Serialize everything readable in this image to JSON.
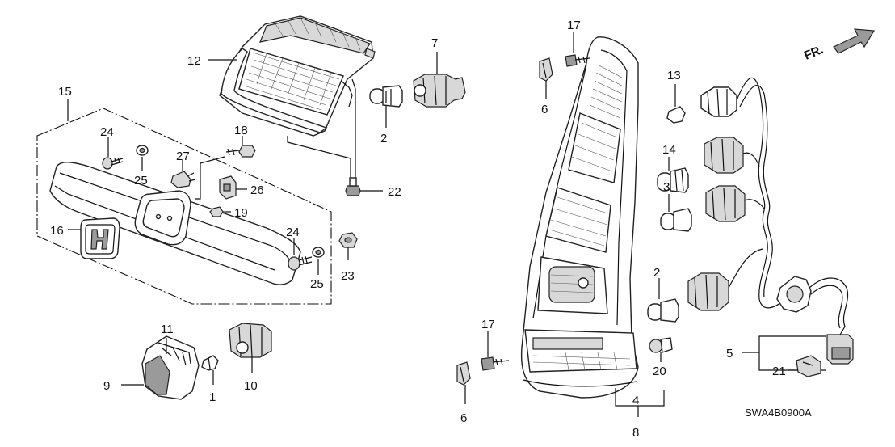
{
  "diagram": {
    "labels": {
      "l1": "1",
      "l2a": "2",
      "l2b": "2",
      "l3": "3",
      "l4": "4",
      "l5": "5",
      "l6a": "6",
      "l6b": "6",
      "l7": "7",
      "l8": "8",
      "l9": "9",
      "l10": "10",
      "l11": "11",
      "l12": "12",
      "l13": "13",
      "l14": "14",
      "l15": "15",
      "l16": "16",
      "l17a": "17",
      "l17b": "17",
      "l18": "18",
      "l19": "19",
      "l20": "20",
      "l21": "21",
      "l22": "22",
      "l23": "23",
      "l24a": "24",
      "l24b": "24",
      "l25a": "25",
      "l25b": "25",
      "l26": "26",
      "l27": "27"
    },
    "front_label": "FR.",
    "diagram_code": "SWA4B0900A"
  }
}
